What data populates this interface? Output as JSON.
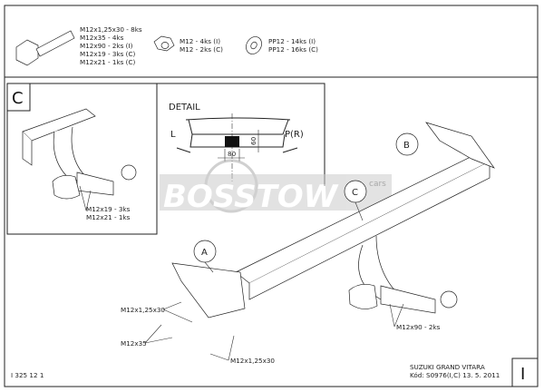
{
  "parts": {
    "bolt": [
      "M12x1,25x30 - 8ks",
      "M12x35 - 4ks",
      "M12x90 - 2ks (I)",
      "M12x19 - 3ks (C)",
      "M12x21 - 1ks (C)"
    ],
    "nut": [
      "M12 - 4ks (I)",
      "M12 - 2ks (C)"
    ],
    "washer": [
      "PP12 - 14ks (I)",
      "PP12 - 16ks (C)"
    ]
  },
  "panel_c": {
    "letter": "C",
    "labels": [
      "M12x19 - 3ks",
      "M12x21 - 1ks"
    ]
  },
  "detail": {
    "title": "DETAIL",
    "left": "L",
    "right": "P(R)",
    "dim_width": "80",
    "dim_height": "60"
  },
  "watermark": {
    "brand": "BOSSTOW",
    "suffix": "cars"
  },
  "callouts": {
    "a": "A",
    "b": "B",
    "c": "C"
  },
  "labels": {
    "bolt_top": "M12x1,25x30",
    "bolt_35": "M12x35",
    "bolt_bottom": "M12x1,25x30",
    "bolt_90": "M12x90 - 2ks"
  },
  "title_block": {
    "drawing_no": "I 325 12 1",
    "vehicle": "SUZUKI GRAND VITARA",
    "code": "Kód: S0976(I,C)  13. 5. 2011",
    "sheet": "I"
  }
}
